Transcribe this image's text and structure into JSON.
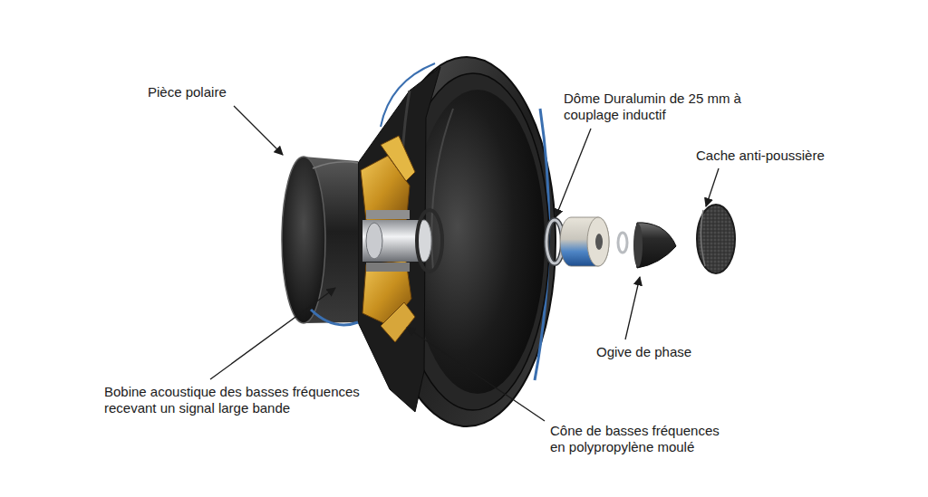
{
  "diagram": {
    "labels": [
      "Pièce polaire",
      "Dôme Duralumin de 25 mm à couplage inductif",
      "Cache anti-poussière",
      "Ogive de phase",
      "Bobine acoustique des basses fréquences recevant un signal large bande",
      "Cône de basses fréquences en polypropylène moulé"
    ]
  }
}
